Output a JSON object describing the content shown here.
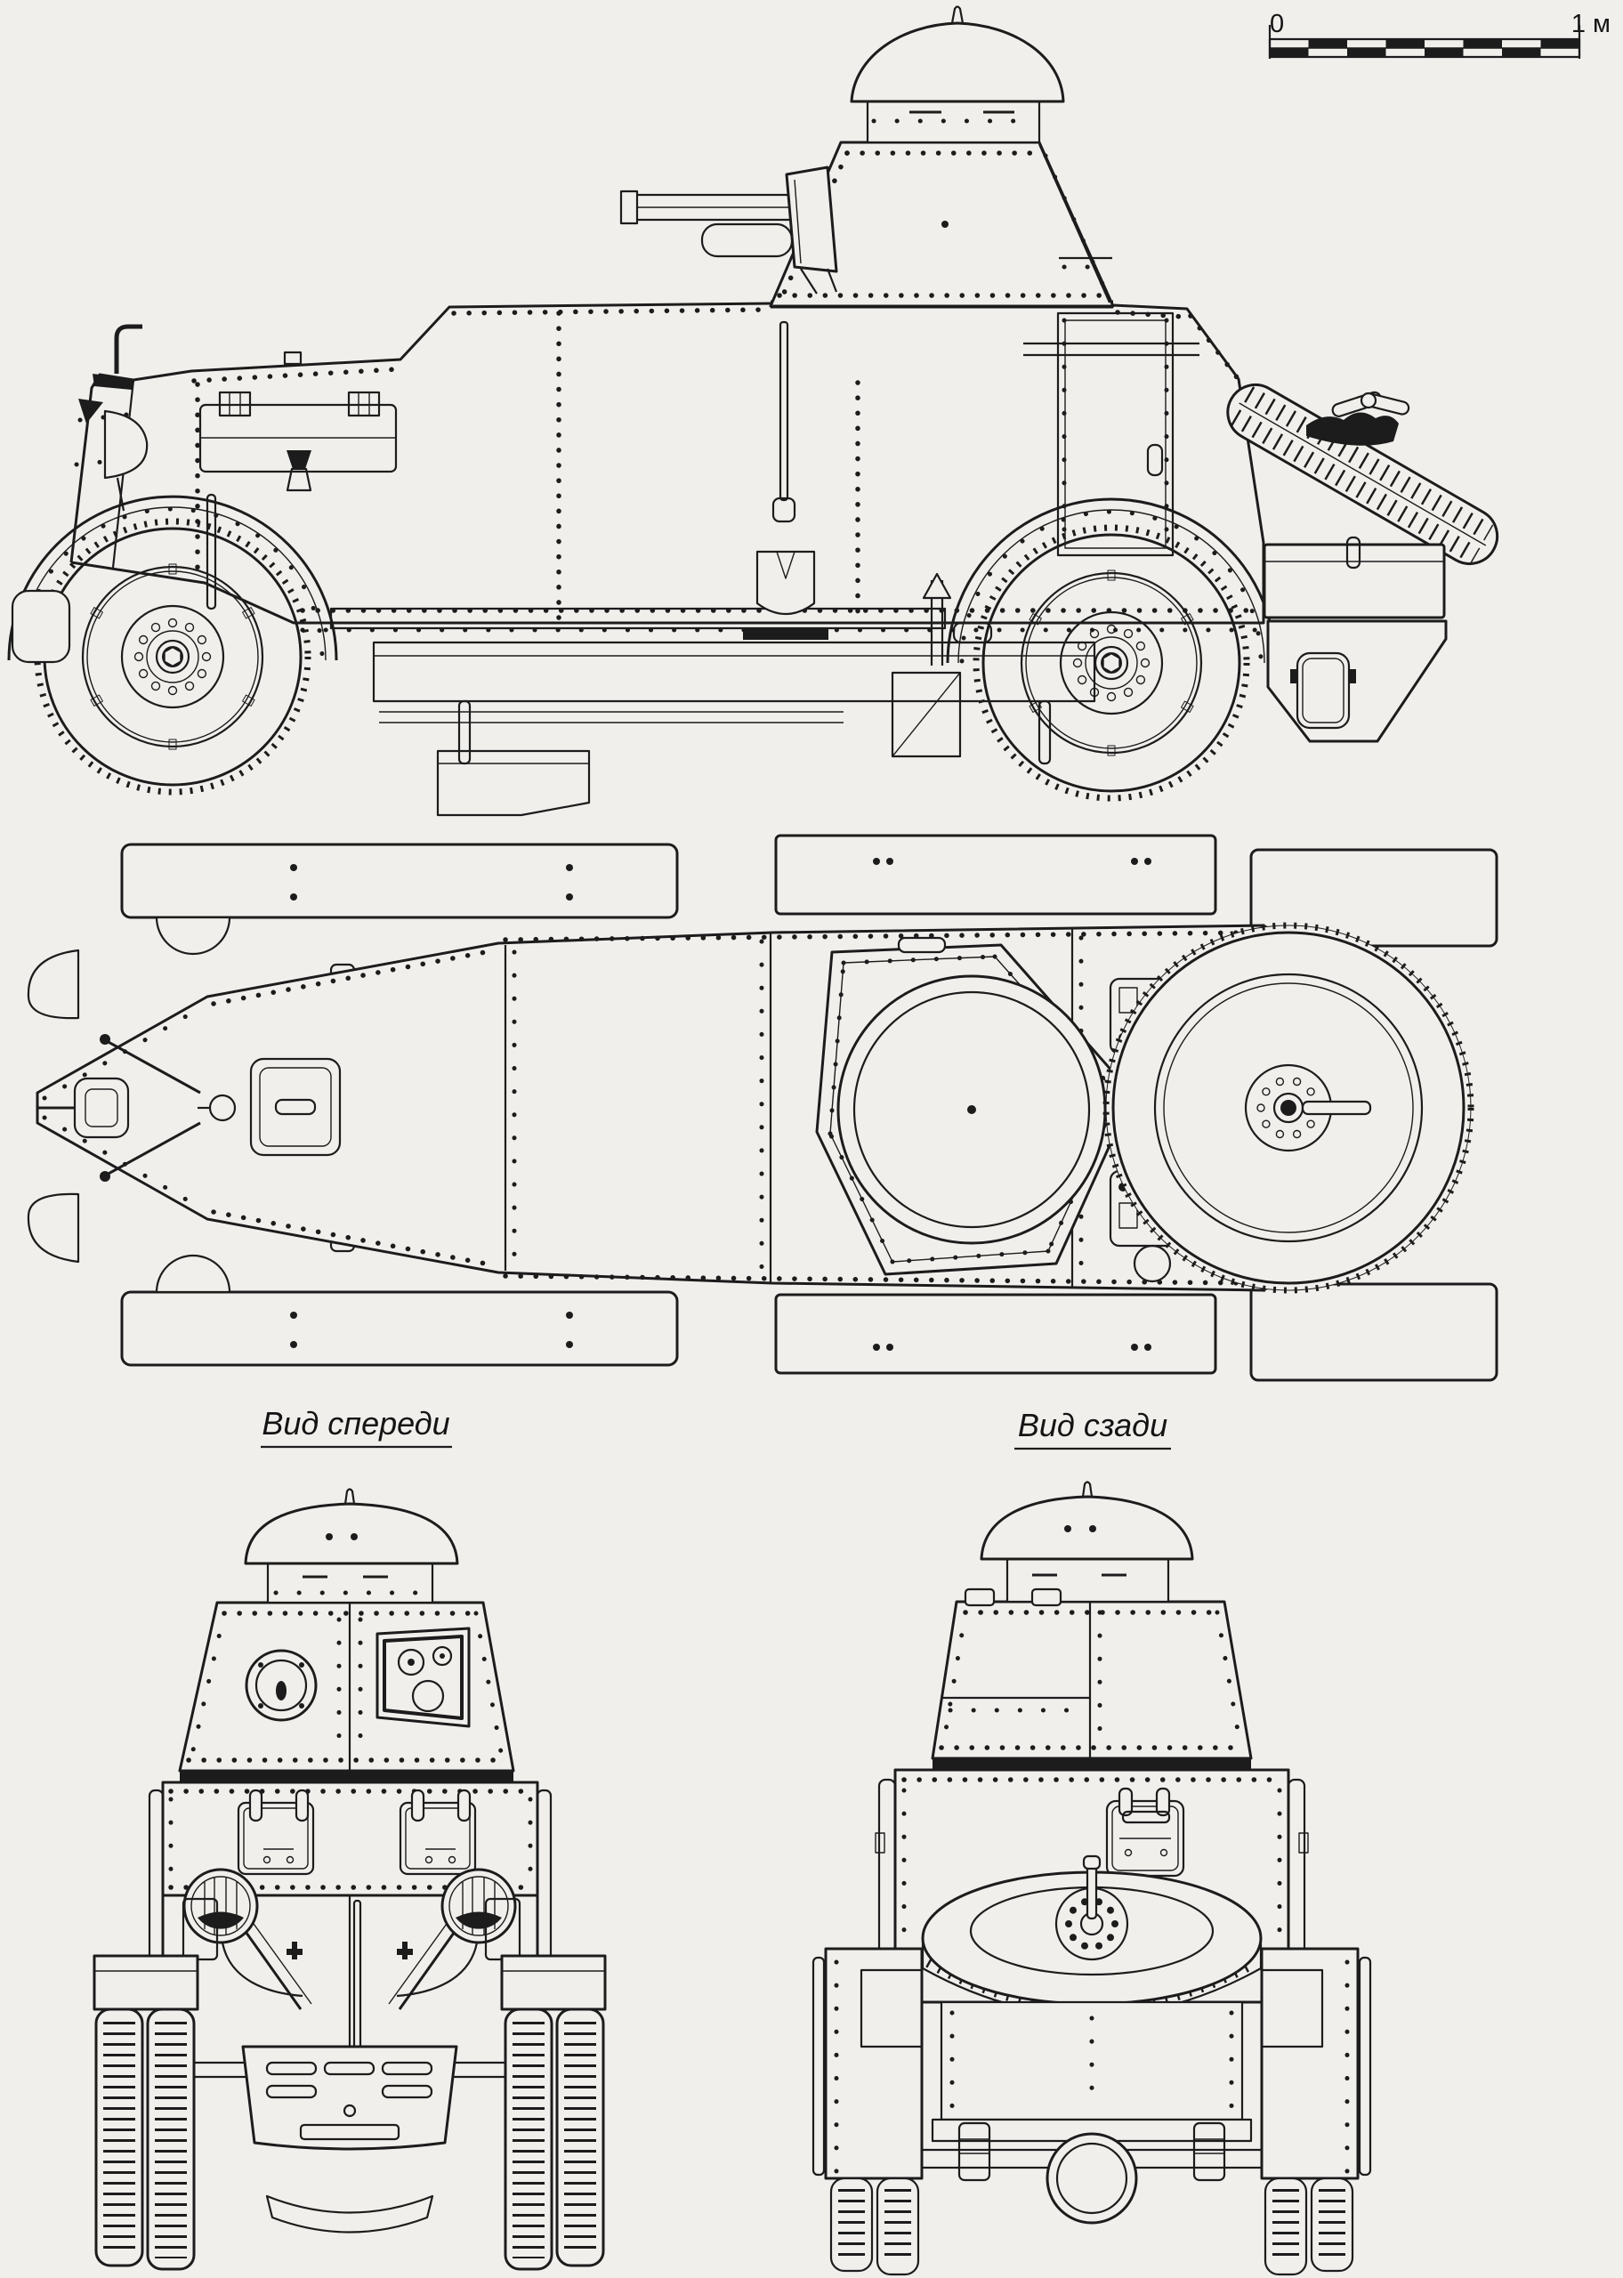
{
  "page": {
    "background": "#f0efec",
    "ink": "#1c1c1c"
  },
  "scale_bar": {
    "zero_label": "0",
    "end_label": "1 м",
    "segments": 8
  },
  "captions": {
    "front_view": "Вид спереди",
    "rear_view": "Вид сзади"
  }
}
